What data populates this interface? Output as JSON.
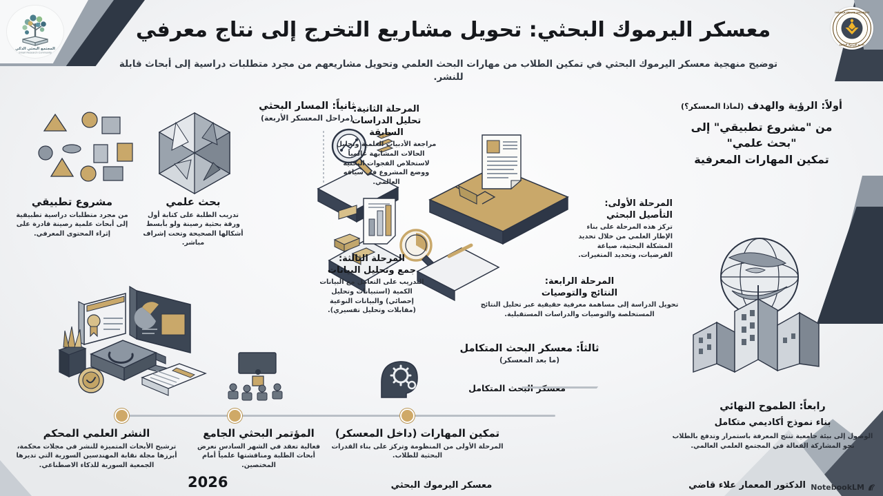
{
  "header": {
    "title": "معسكر اليرموك البحثي: تحويل مشاريع التخرج إلى نتاج معرفي",
    "subtitle": "توضيح منهجية معسكر اليرموك البحثي في تمكين الطلاب من مهارات البحث العلمي وتحويل مشاريعهم من مجرد متطلبات دراسية إلى أبحاث قابلة للنشر.",
    "logo_left_name": "smart-research-community-logo",
    "logo_left_text_ar": "المجتمع البحثي الذكي",
    "logo_left_text_en": "Smart Research Community",
    "logo_right_name": "yarmouk-private-university-logo",
    "logo_right_text_en": "YARMOUK PRIVATE UNIVERSITY",
    "logo_right_text_ar": "جامعة اليرموك الخاصة"
  },
  "sections": {
    "vision": {
      "kicker": "أولاً: الرؤية والهدف",
      "kicker_paren": "(لماذا المعسكر؟)",
      "line1": "من \"مشروع تطبيقي\" إلى",
      "line2": "\"بحث علمي\"",
      "line3": "تمكين المهارات المعرفية"
    },
    "path": {
      "kicker": "ثانياً: المسار البحثي",
      "paren": "(مراحل المعسكر الأربعة)"
    },
    "integrated": {
      "kicker": "ثالثاً: معسكر البحث المتكامل",
      "paren": "(ما بعد المعسكر)",
      "timeline_label": "معسكر البحث المتكامل"
    },
    "ambition": {
      "kicker": "رابعاً: الطموح النهائي",
      "headline": "بناء نموذج أكاديمي متكامل",
      "body": "الوصول إلى بيئة جامعية تنتج المعرفة باستمرار وتدفع بالطلاب نحو المشاركة الفعالة في المجتمع العلمي العالمي."
    }
  },
  "stages": [
    {
      "id": "stage-1",
      "title_line1": "المرحلة الأولى:",
      "title_line2": "التأصيل البحثي",
      "body": "تركز هذه المرحلة على بناء الإطار العلمي من خلال تحديد المشكلة البحثية، صياغة الفرضيات، وتحديد المتغيرات."
    },
    {
      "id": "stage-2",
      "title_line1": "المرحلة الثانية:",
      "title_line2": "تحليل الدراسات السابقة",
      "body": "مراجعة الأدبيات العلمية وتحليل الحالات المشابهة عالمياً لاستخلاص الفجوات البحثية ووضع المشروع في سياقه العالمي."
    },
    {
      "id": "stage-3",
      "title_line1": "المرحلة الثالثة:",
      "title_line2": "جمع وتحليل البيانات",
      "body": "التدريب على التعامل مع البيانات الكمية (استبيانات وتحليل إحصائي) والبيانات النوعية (مقابلات وتحليل تفسيري)."
    },
    {
      "id": "stage-4",
      "title_line1": "المرحلة الرابعة:",
      "title_line2": "النتائج والتوصيات",
      "body": "تحويل الدراسة إلى مساهمة معرفية حقيقية عبر تحليل النتائج المستخلصة والتوصيات والدراسات المستقبلية."
    }
  ],
  "concepts": [
    {
      "id": "concept-applied-project",
      "title": "مشروع تطبيقي",
      "body": "من مجرد متطلبات دراسية تطبيقية إلى أبحاث علمية رصينة قادرة على إثراء المحتوى المعرفي."
    },
    {
      "id": "concept-scientific-research",
      "title": "بحث علمي",
      "body": "تدريب الطلبة على كتابة أول ورقة بحثية رصينة ولو بأبسط أشكالها الصحيحة وتحت إشراف مباشر."
    }
  ],
  "timeline": [
    {
      "id": "timeline-skills",
      "title": "تمكين المهارات (داخل المعسكر)",
      "body": "المرحلة الأولى من المنظومة وتركز على بناء القدرات البحثية للطلاب."
    },
    {
      "id": "timeline-conference",
      "title": "المؤتمر البحثي الجامع",
      "body": "فعالية تعقد في الشهر السادس نعرض أبحاث الطلبة ومناقشتها علمياً أمام المختصين."
    },
    {
      "id": "timeline-publication",
      "title": "النشر العلمي المحكم",
      "body": "ترشيح الأبحاث المتميزة للنشر في مجلات محكمة، أبرزها مجلة نقابة المهندسين السورية التي تديرها الجمعية السورية للذكاء الاصطناعي."
    }
  ],
  "footer": {
    "year": "2026",
    "center": "معسكر اليرموك البحثي",
    "author": "الدكتور المعمار علاء قاضي",
    "watermark": "NotebookLM"
  },
  "colors": {
    "accent_gold": "#C9A86A",
    "dark_navy": "#333C4B",
    "slate": "#8E97A2",
    "text": "#14161A",
    "background": "#F4F5F7"
  }
}
